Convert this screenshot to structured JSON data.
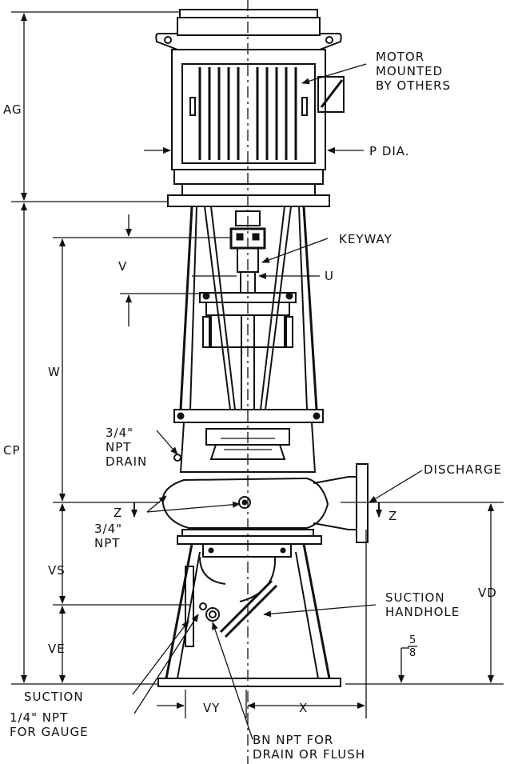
{
  "labels": {
    "motor_1": "MOTOR",
    "motor_2": "MOUNTED",
    "motor_3": "BY OTHERS",
    "p_dia": "P DIA.",
    "keyway": "KEYWAY",
    "u": "U",
    "v": "V",
    "w": "W",
    "ag": "AG",
    "cp": "CP",
    "drain_1": "3/4\"",
    "drain_2": "NPT",
    "drain_3": "DRAIN",
    "npt_1": "3/4\"",
    "npt_2": "NPT",
    "discharge": "DISCHARGE",
    "z_left": "Z",
    "z_right": "Z",
    "vs": "VS",
    "ve": "VE",
    "vd": "VD",
    "handhole_1": "SUCTION",
    "handhole_2": "HANDHOLE",
    "frac_num": "5",
    "frac_den": "8",
    "suction": "SUCTION",
    "gauge_1": "1/4\" NPT",
    "gauge_2": "FOR GAUGE",
    "vy": "VY",
    "x": "X",
    "flush_1": "BN NPT FOR",
    "flush_2": "DRAIN OR FLUSH"
  }
}
